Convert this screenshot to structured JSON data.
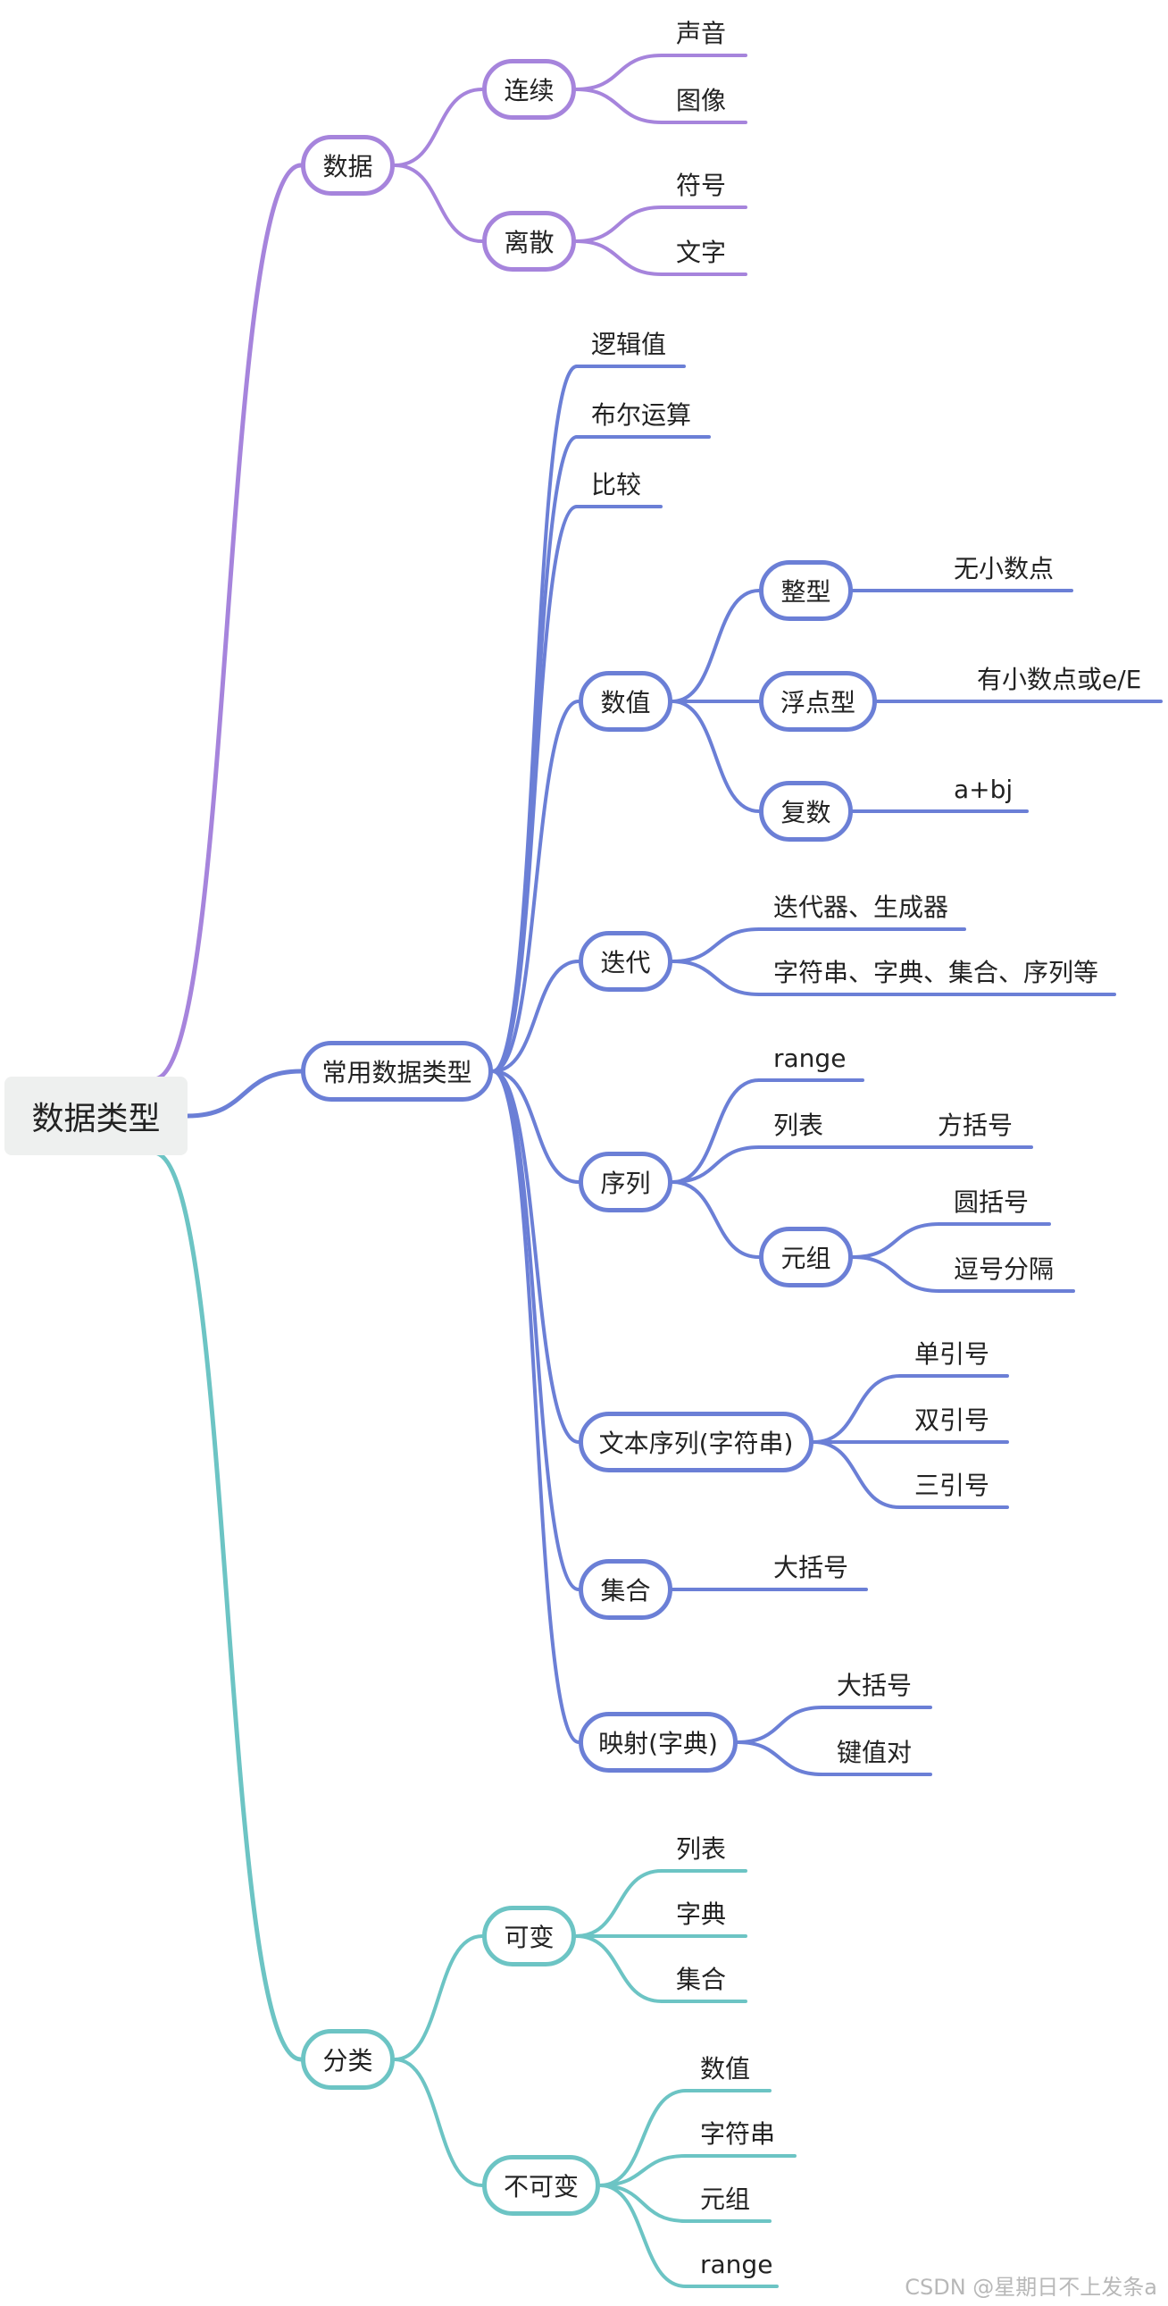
{
  "colors": {
    "purple": "#a684dc",
    "blue": "#6b7fd6",
    "teal": "#6cc4c4"
  },
  "root": "数据类型",
  "watermark": "CSDN @星期日不上发条a",
  "branches": [
    {
      "label": "数据",
      "color": "purple",
      "children": [
        {
          "label": "连续",
          "children": [
            {
              "label": "声音"
            },
            {
              "label": "图像"
            }
          ]
        },
        {
          "label": "离散",
          "children": [
            {
              "label": "符号"
            },
            {
              "label": "文字"
            }
          ]
        }
      ]
    },
    {
      "label": "常用数据类型",
      "color": "blue",
      "children": [
        {
          "label": "逻辑值"
        },
        {
          "label": "布尔运算"
        },
        {
          "label": "比较"
        },
        {
          "label": "数值",
          "children": [
            {
              "label": "整型",
              "children": [
                {
                  "label": "无小数点"
                }
              ]
            },
            {
              "label": "浮点型",
              "children": [
                {
                  "label": "有小数点或e/E"
                }
              ]
            },
            {
              "label": "复数",
              "children": [
                {
                  "label": "a+bj"
                }
              ]
            }
          ]
        },
        {
          "label": "迭代",
          "children": [
            {
              "label": "迭代器、生成器"
            },
            {
              "label": "字符串、字典、集合、序列等"
            }
          ]
        },
        {
          "label": "序列",
          "children": [
            {
              "label": "range"
            },
            {
              "label": "列表",
              "children": [
                {
                  "label": "方括号"
                }
              ]
            },
            {
              "label": "元组",
              "children": [
                {
                  "label": "圆括号"
                },
                {
                  "label": "逗号分隔"
                }
              ]
            }
          ]
        },
        {
          "label": "文本序列(字符串)",
          "children": [
            {
              "label": "单引号"
            },
            {
              "label": "双引号"
            },
            {
              "label": "三引号"
            }
          ]
        },
        {
          "label": "集合",
          "children": [
            {
              "label": "大括号"
            }
          ]
        },
        {
          "label": "映射(字典)",
          "children": [
            {
              "label": "大括号"
            },
            {
              "label": "键值对"
            }
          ]
        }
      ]
    },
    {
      "label": "分类",
      "color": "teal",
      "children": [
        {
          "label": "可变",
          "children": [
            {
              "label": "列表"
            },
            {
              "label": "字典"
            },
            {
              "label": "集合"
            }
          ]
        },
        {
          "label": "不可变",
          "children": [
            {
              "label": "数值"
            },
            {
              "label": "字符串"
            },
            {
              "label": "元组"
            },
            {
              "label": "range"
            }
          ]
        }
      ]
    }
  ]
}
